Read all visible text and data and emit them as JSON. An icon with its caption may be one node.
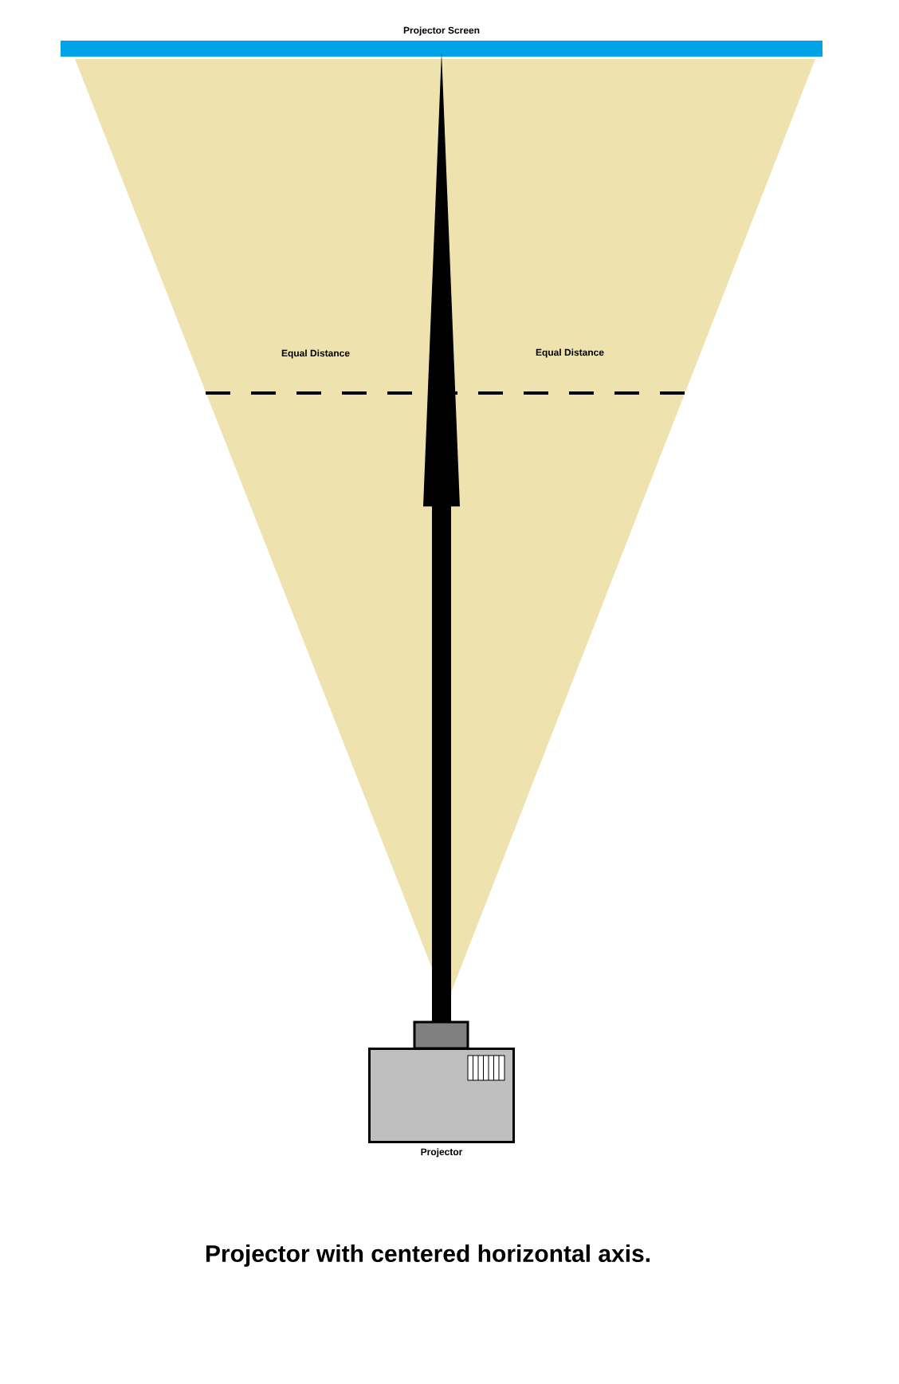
{
  "diagram": {
    "caption": "Projector with centered horizontal axis.",
    "nodes": [
      {
        "text": [
          "Projector Screen"
        ]
      },
      {
        "text": [
          "Projector"
        ]
      }
    ],
    "edges": [
      {
        "from": 1,
        "to": 0,
        "arrow": "to",
        "style": "thick"
      }
    ],
    "labels": [
      "Equal Distance",
      "Equal Distance"
    ]
  }
}
